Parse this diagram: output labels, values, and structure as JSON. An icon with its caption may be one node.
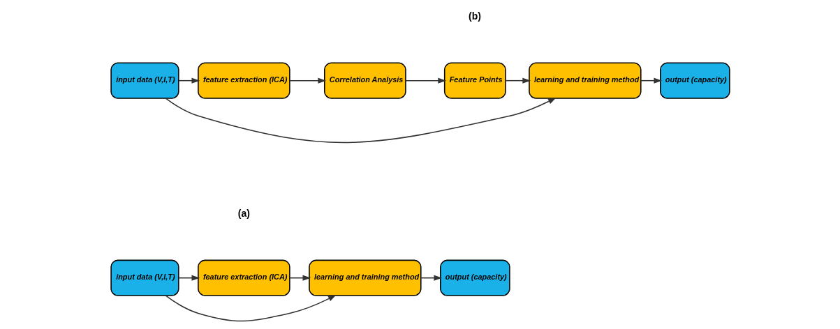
{
  "diagram": {
    "nodes": [
      {
        "text": [
          "input data (V,I,T)"
        ]
      },
      {
        "text": [
          "feature extraction (ICA)"
        ]
      },
      {
        "text": [
          "learning and training method"
        ]
      },
      {
        "text": [
          "output (capacity)"
        ]
      },
      {
        "text": [
          "input data (V,I,T)"
        ]
      },
      {
        "text": [
          "feature extraction (ICA)"
        ]
      },
      {
        "text": [
          "Correlation Analysis"
        ]
      },
      {
        "text": [
          "Feature Points"
        ]
      },
      {
        "text": [
          "learning and training method"
        ]
      },
      {
        "text": [
          "output (capacity)"
        ]
      }
    ],
    "edges": [
      {
        "from": 0,
        "to": 1,
        "arrow": "to"
      },
      {
        "from": 0,
        "to": 2,
        "arrow": "to"
      },
      {
        "from": 1,
        "to": 2,
        "arrow": "to"
      },
      {
        "from": 2,
        "to": 3,
        "arrow": "to"
      },
      {
        "from": 4,
        "to": 5,
        "arrow": "to"
      },
      {
        "from": 4,
        "to": 8,
        "arrow": "to"
      },
      {
        "from": 5,
        "to": 6,
        "arrow": "to"
      },
      {
        "from": 6,
        "to": 7,
        "arrow": "to"
      },
      {
        "from": 7,
        "to": 8,
        "arrow": "to"
      },
      {
        "from": 8,
        "to": 9,
        "arrow": "to"
      }
    ],
    "labels": [
      "(a)",
      "(b)"
    ]
  }
}
